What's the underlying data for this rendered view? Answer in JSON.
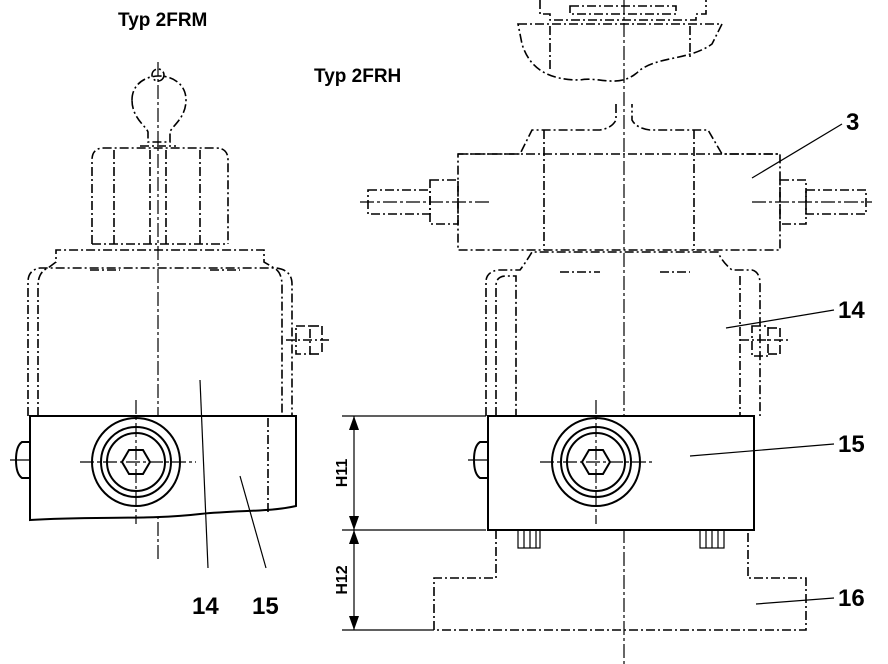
{
  "titles": {
    "left": "Typ 2FRM",
    "right": "Typ 2FRH"
  },
  "labels": {
    "left_14": "14",
    "left_15": "15",
    "right_3": "3",
    "right_14": "14",
    "right_15": "15",
    "right_16": "16"
  },
  "dimensions": {
    "h11": "H11",
    "h12": "H12"
  }
}
